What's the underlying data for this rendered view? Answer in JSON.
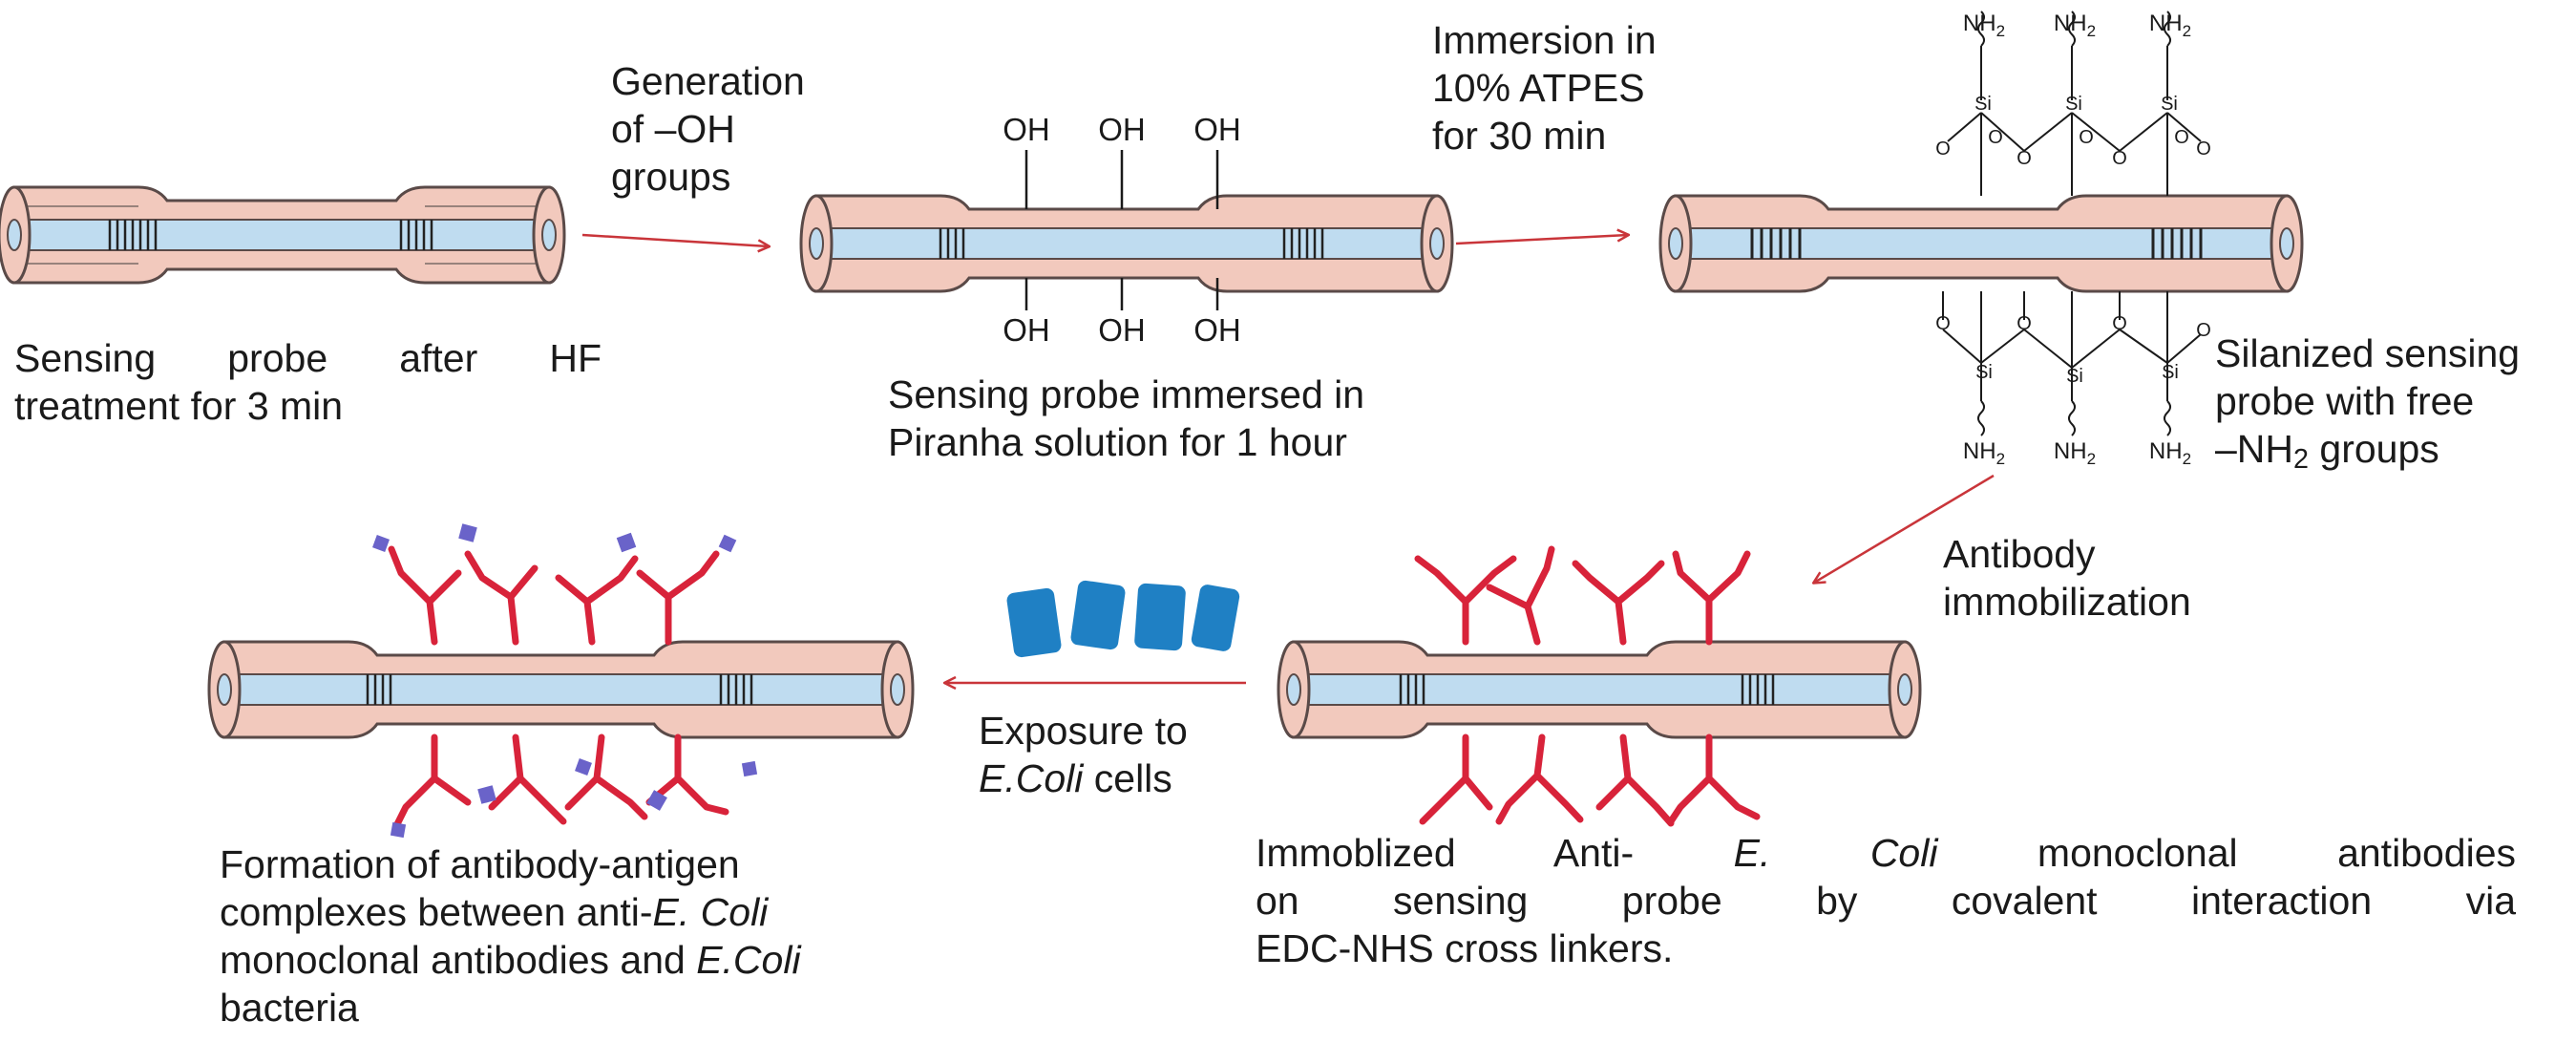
{
  "colors": {
    "tube_outer": "#f2c9bd",
    "tube_outer_edge": "#5a4a48",
    "tube_core": "#bfdcf0",
    "arrow": "#c9353a",
    "antibody": "#d8233a",
    "antigen": "#6a63c9",
    "cell": "#1f80c4"
  },
  "icons": [
    "fiber-probe",
    "antibody-y-shape",
    "antigen-square",
    "ecoli-cell",
    "silane-network"
  ],
  "chem": {
    "oh": "OH",
    "nh2_base": "NH",
    "nh2_sub": "2",
    "si": "Si",
    "o": "O"
  },
  "labels": {
    "step1_caption": {
      "l1": "Sensing  probe  after  HF",
      "l2": "treatment for 3 min"
    },
    "arrow1_text": {
      "l1": "Generation",
      "l2": "of –OH",
      "l3": "groups"
    },
    "step2_caption": {
      "l1": "Sensing probe immersed in",
      "l2": "Piranha solution for  1 hour"
    },
    "arrow2_text": {
      "l1": "Immersion in",
      "l2": "10% ATPES",
      "l3": "for 30 min"
    },
    "step3_caption": {
      "l1": "Silanized sensing",
      "l2": "probe with free",
      "l3_pre": "–NH",
      "l3_sub": "2",
      "l3_post": " groups"
    },
    "arrow3_text": {
      "l1": "Antibody",
      "l2": "immobilization"
    },
    "step4_caption": {
      "l1_pre": "Immoblized Anti- ",
      "l1_it": "E. Coli",
      "l1_post": " monoclonal antibodies",
      "l2": "on  sensing  probe  by  covalent  interaction  via",
      "l3": "EDC-NHS cross linkers."
    },
    "arrow4_text": {
      "l1": "Exposure to",
      "l2_it": "E.Coli",
      "l2_post": " cells"
    },
    "step5_caption": {
      "l1": "Formation of antibody-antigen",
      "l2_pre": "complexes between anti-",
      "l2_it": "E. Coli",
      "l3_pre": "monoclonal antibodies and ",
      "l3_it": "E.Coli",
      "l4": "bacteria"
    }
  }
}
